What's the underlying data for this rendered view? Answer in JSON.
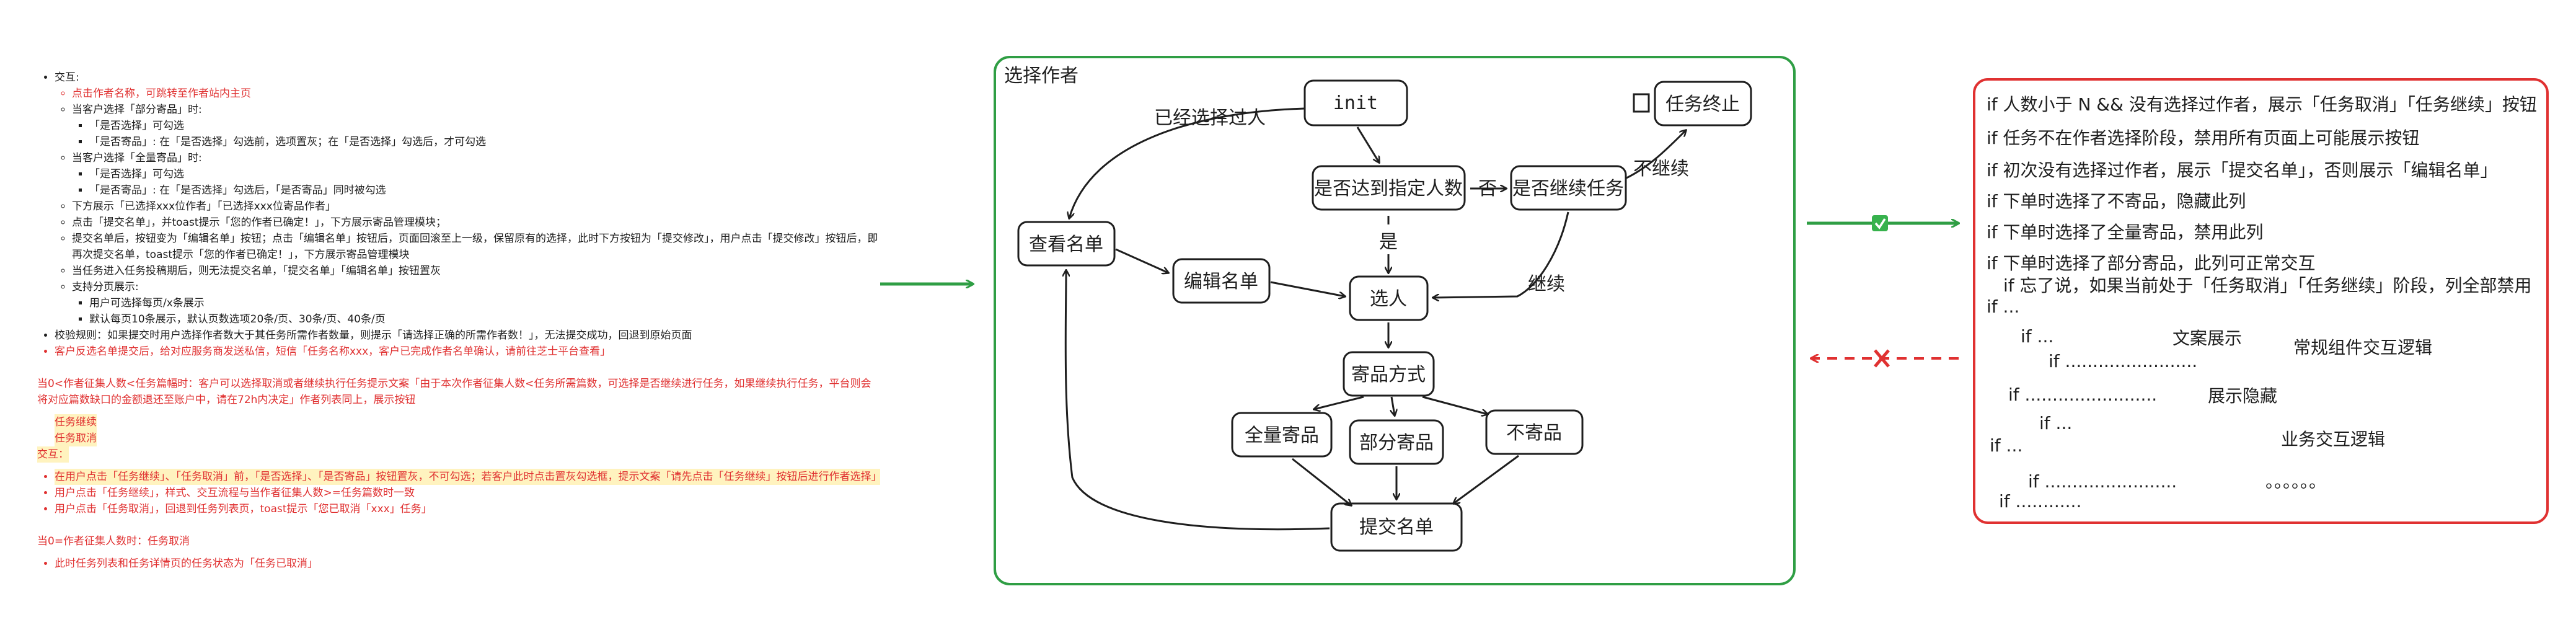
{
  "spec": {
    "interaction_label": "交互:",
    "items": [
      "点击作者名称，可跳转至作者站内主页",
      "当客户选择「部分寄品」时:",
      "「是否选择」可勾选",
      "「是否寄品」: 在「是否选择」勾选前，选项置灰；在「是否选择」勾选后，才可勾选",
      "当客户选择「全量寄品」时:",
      "「是否选择」可勾选",
      "「是否寄品」: 在「是否选择」勾选后，「是否寄品」同时被勾选",
      "下方展示「已选择xxx位作者」「已选择xxx位寄品作者」",
      "点击「提交名单」，并toast提示「您的作者已确定！」，下方展示寄品管理模块；",
      "提交名单后，按钮变为「编辑名单」按钮；点击「编辑名单」按钮后，页面回滚至上一级，保留原有的选择，此时下方按钮为「提交修改」，用户点击「提交修改」按钮后，即再次提交名单，toast提示「您的作者已确定！」，下方展示寄品管理模块",
      "当任务进入任务投稿期后，则无法提交名单，「提交名单」「编辑名单」按钮置灰",
      "支持分页展示:",
      "用户可选择每页/x条展示",
      "默认每页10条展示，默认页数选项20条/页、30条/页、40条/页",
      "校验规则：如果提交时用户选择作者数大于其任务所需作者数量，则提示「请选择正确的所需作者数！」，无法提交成功，回退到原始页面",
      "客户反选名单提交后，给对应服务商发送私信，短信「任务名称xxx，客户已完成作者名单确认，请前往芝士平台查看」"
    ],
    "para1": "当0<作者征集人数<任务篇幅时：客户可以选择取消或者继续执行任务提示文案「由于本次作者征集人数<任务所需篇数，可选择是否继续进行任务，如果继续执行任务，平台则会将对应篇数缺口的金额退还至账户中，请在72h内决定」作者列表同上，展示按钮",
    "btn1": "任务继续",
    "btn2": "任务取消",
    "interaction2": "交互：",
    "items2": [
      "在用户点击「任务继续」、「任务取消」前，「是否选择」、「是否寄品」按钮置灰，不可勾选；若客户此时点击置灰勾选框，提示文案「请先点击「任务继续」按钮后进行作者选择」",
      "用户点击「任务继续」，样式、交互流程与当作者征集人数>=任务篇数时一致",
      "用户点击「任务取消」，回退到任务列表页，toast提示「您已取消「xxx」任务」"
    ],
    "para2": "当0=作者征集人数时：任务取消",
    "items3": [
      "此时任务列表和任务详情页的任务状态为「任务已取消」"
    ]
  },
  "flow": {
    "frame_title": "选择作者",
    "init": "init",
    "already": "已经选择过人",
    "reached": "是否达到指定人数",
    "no": "否",
    "continue_q": "是否继续任务",
    "not_continue": "不继续",
    "task_end": "任务终止",
    "view_list": "查看名单",
    "edit_list": "编辑名单",
    "yes": "是",
    "select": "选人",
    "continue": "继续",
    "mail_method": "寄品方式",
    "all_mail": "全量寄品",
    "part_mail": "部分寄品",
    "no_mail": "不寄品",
    "submit": "提交名单"
  },
  "rules": {
    "lines": [
      "if 人数小于 N && 没有选择过作者，展示「任务取消」「任务继续」按钮",
      "if 任务不在作者选择阶段，禁用所有页面上可能展示按钮",
      "if 初次没有选择过作者，展示「提交名单」，否则展示「编辑名单」",
      "if 下单时选择了不寄品，隐藏此列",
      "if 下单时选择了全量寄品，禁用此列",
      "if 下单时选择了部分寄品，此列可正常交互",
      "if 忘了说，如果当前处于「任务取消」「任务继续」阶段，列全部禁用",
      "if ...",
      "if ...",
      "if ........................",
      "if ........................",
      "if ...",
      "if ...",
      "if ........................",
      "if ............"
    ],
    "labels": {
      "copy": "文案展示",
      "common": "常规组件交互逻辑",
      "hide": "展示隐藏",
      "biz": "业务交互逻辑",
      "dots": "。。。。。。"
    }
  },
  "colors": {
    "green": "#2f9e44",
    "red": "#e03131",
    "highlight": "#fff3bf"
  }
}
